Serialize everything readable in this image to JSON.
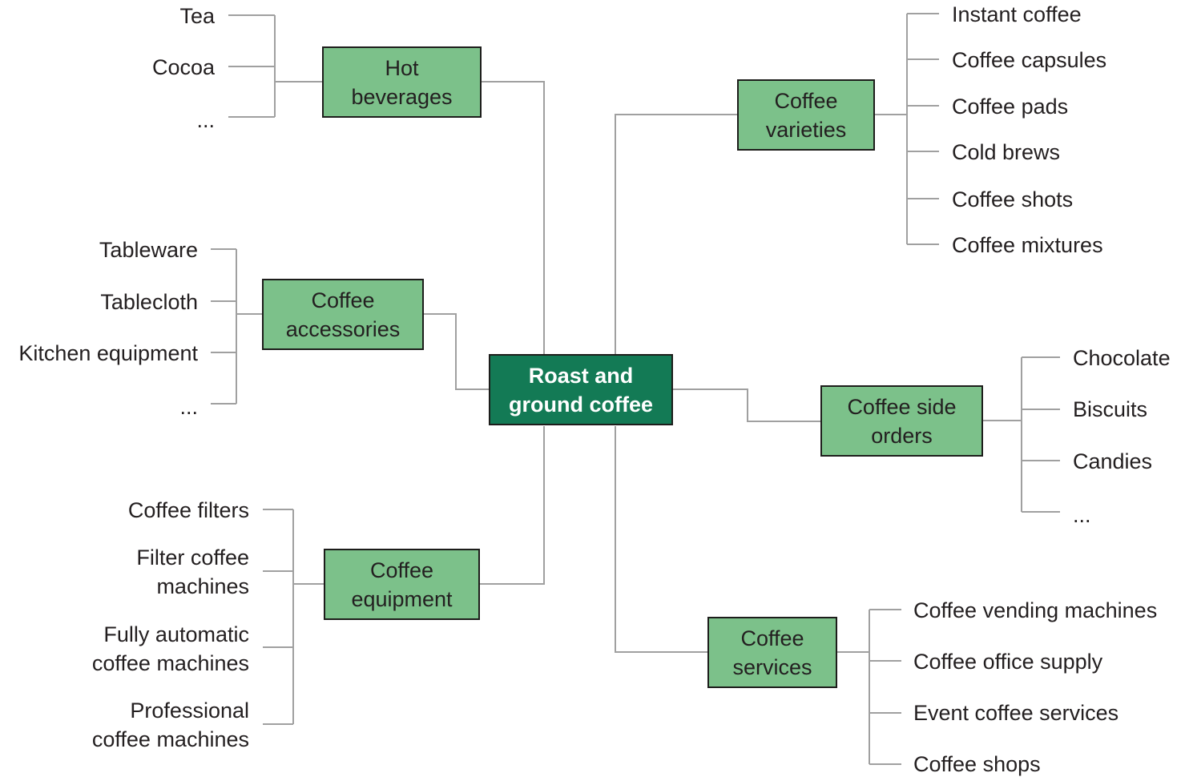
{
  "root": {
    "label": "Roast and\nground coffee",
    "fill": "#137a55",
    "text_color": "#ffffff"
  },
  "colors": {
    "category_fill": "#7cc18a",
    "border": "#1d1d1b",
    "connector": "#a0a0a0",
    "text": "#231f20"
  },
  "categories": {
    "hot_beverages": {
      "label": "Hot\nbeverages",
      "items": [
        "Tea",
        "Cocoa",
        "..."
      ]
    },
    "coffee_accessories": {
      "label": "Coffee\naccessories",
      "items": [
        "Tableware",
        "Tablecloth",
        "Kitchen equipment",
        "..."
      ]
    },
    "coffee_equipment": {
      "label": "Coffee\nequipment",
      "items": [
        "Coffee filters",
        "Filter coffee\nmachines",
        "Fully automatic\ncoffee machines",
        "Professional\ncoffee machines"
      ]
    },
    "coffee_varieties": {
      "label": "Coffee\nvarieties",
      "items": [
        "Instant coffee",
        "Coffee capsules",
        "Coffee pads",
        "Cold brews",
        "Coffee shots",
        "Coffee mixtures"
      ]
    },
    "coffee_side_orders": {
      "label": "Coffee side\norders",
      "items": [
        "Chocolate",
        "Biscuits",
        "Candies",
        "..."
      ]
    },
    "coffee_services": {
      "label": "Coffee\nservices",
      "items": [
        "Coffee vending machines",
        "Coffee office supply",
        "Event coffee services",
        "Coffee shops"
      ]
    }
  }
}
